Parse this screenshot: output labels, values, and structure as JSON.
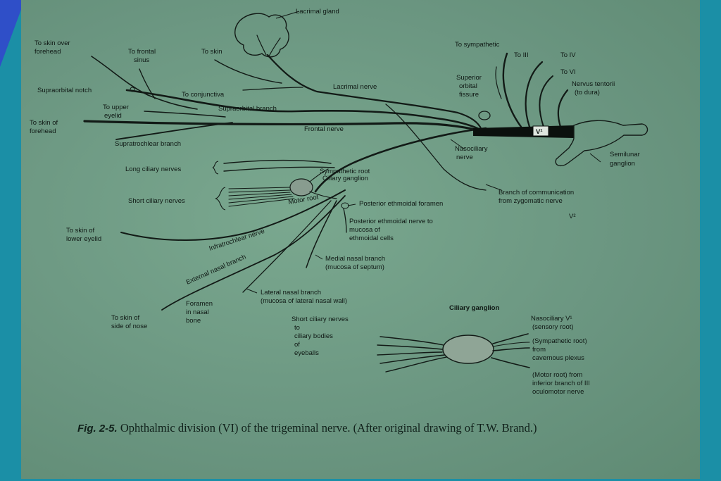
{
  "figure": {
    "fig_label": "Fig. 2-5.",
    "caption": "Ophthalmic division (VI) of the trigeminal nerve. (After original drawing of T.W. Brand.)"
  },
  "labels": {
    "lacrimal_gland": "Lacrimal gland",
    "to_skin_over_forehead_1": "To skin over",
    "to_skin_over_forehead_2": "forehead",
    "to_frontal_sinus_1": "To frontal",
    "to_frontal_sinus_2": "sinus",
    "to_skin": "To skin",
    "to_sympathetic": "To sympathetic",
    "to_III": "To III",
    "to_IV": "To IV",
    "to_VI": "To VI",
    "supraorbital_notch": "Supraorbital notch",
    "to_conjunctiva": "To conjunctiva",
    "lacrimal_nerve": "Lacrimal nerve",
    "superior_orbital_fissure_1": "Superior",
    "superior_orbital_fissure_2": "orbital",
    "superior_orbital_fissure_3": "fissure",
    "nervus_tentorii_1": "Nervus tentorii",
    "nervus_tentorii_2": "(to dura)",
    "to_upper_eyelid_1": "To upper",
    "to_upper_eyelid_2": "eyelid",
    "supraorbital_branch": "Supraorbital branch",
    "to_skin_of_forehead_1": "To skin of",
    "to_skin_of_forehead_2": "forehead",
    "frontal_nerve": "Frontal nerve",
    "v1": "V¹",
    "supratrochlear_branch": "Supratrochlear branch",
    "nasociliary_nerve_1": "Nasociliary",
    "nasociliary_nerve_2": "nerve",
    "semilunar_ganglion_1": "Semilunar",
    "semilunar_ganglion_2": "ganglion",
    "long_ciliary_nerves": "Long ciliary nerves",
    "sympathetic_root": "Sympathetic root",
    "ciliary_ganglion_small": "Ciliary ganglion",
    "short_ciliary_nerves": "Short ciliary nerves",
    "motor_root": "Motor root",
    "branch_comm_1": "Branch of communication",
    "branch_comm_2": "from zygomatic nerve",
    "v2": "V²",
    "posterior_ethmoidal_foramen": "Posterior ethmoidal foramen",
    "post_ethmoidal_nerve_1": "Posterior ethmoidal nerve to",
    "post_ethmoidal_nerve_2": "mucosa of",
    "post_ethmoidal_nerve_3": "ethmoidal cells",
    "to_skin_lower_eyelid_1": "To skin of",
    "to_skin_lower_eyelid_2": "lower eyelid",
    "infratrochlear_nerve": "Infratrochlear nerve",
    "medial_nasal_1": "Medial nasal branch",
    "medial_nasal_2": "(mucosa of septum)",
    "external_nasal_branch": "External nasal branch",
    "lateral_nasal_1": "Lateral nasal branch",
    "lateral_nasal_2": "(mucosa of lateral nasal wall)",
    "to_skin_side_nose_1": "To skin of",
    "to_skin_side_nose_2": "side of nose",
    "foramen_nasal_1": "Foramen",
    "foramen_nasal_2": "in nasal",
    "foramen_nasal_3": "bone",
    "ciliary_ganglion_title": "Ciliary ganglion",
    "inset_short_ciliary_1": "Short ciliary nerves",
    "inset_short_ciliary_2": "to",
    "inset_short_ciliary_3": "ciliary bodies",
    "inset_short_ciliary_4": "of",
    "inset_short_ciliary_5": "eyeballs",
    "inset_nasociliary_1": "Nasociliary V¹",
    "inset_nasociliary_2": "(sensory root)",
    "inset_sympathetic_1": "(Sympathetic root)",
    "inset_sympathetic_2": "from",
    "inset_sympathetic_3": "cavernous plexus",
    "inset_motor_1": "(Motor root) from",
    "inset_motor_2": "inferior branch of III",
    "inset_motor_3": "oculomotor nerve"
  },
  "colors": {
    "screen_frame": "#1b8fa6",
    "corner_accent": "#2f4fc8",
    "slide_background": "#6f9c84",
    "ink": "#121a16"
  }
}
